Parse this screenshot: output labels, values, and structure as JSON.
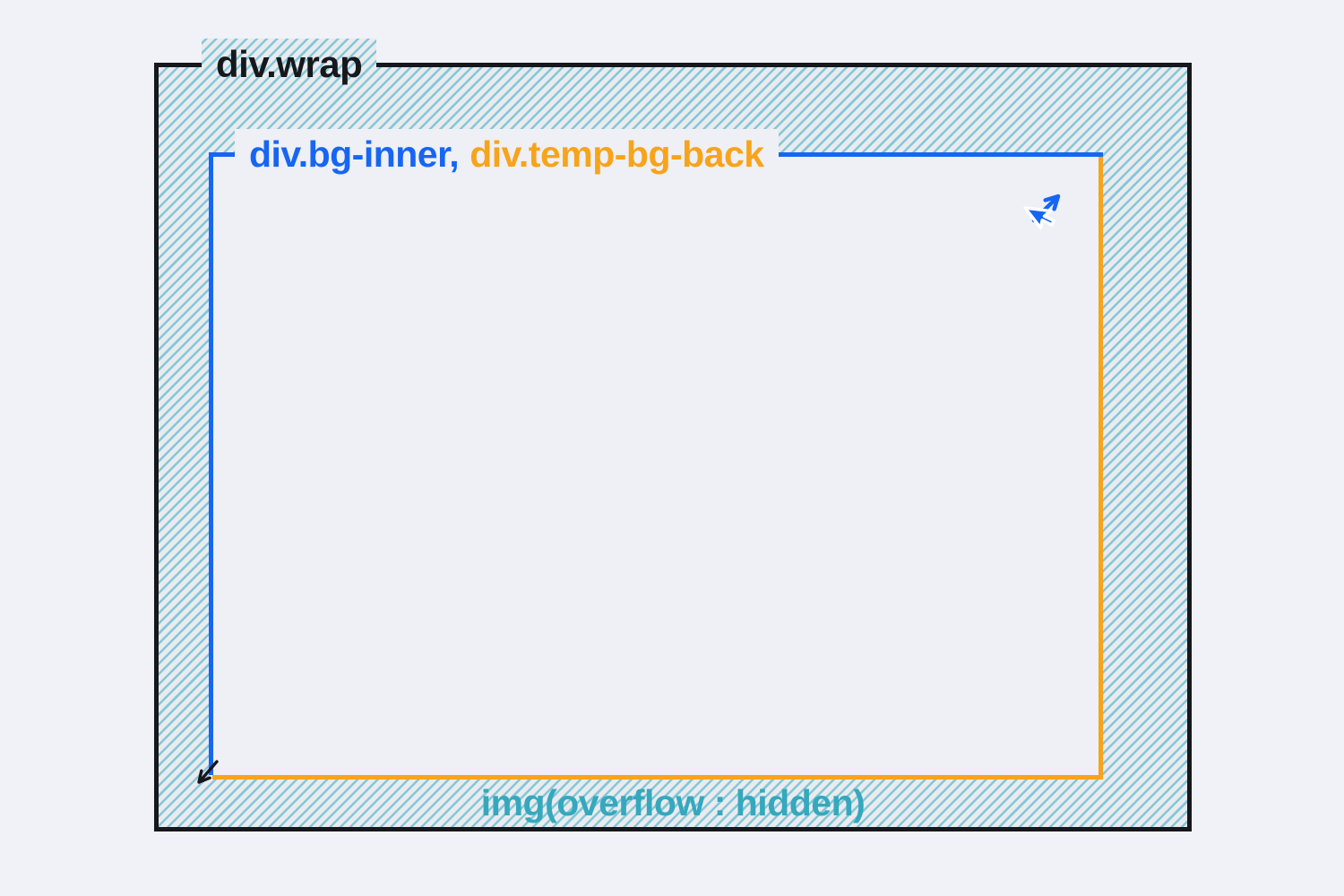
{
  "colors": {
    "page_bg": "#f1f2f7",
    "outer_border": "#16181d",
    "stripe": "#84c7d9",
    "stripe_bg": "#e9ebee",
    "inner_fill": "#eef0f5",
    "blue": "#1766f2",
    "orange": "#f7a41c",
    "teal_text": "#35a8bd",
    "label_text": "#17181c",
    "arrow_black": "#16181d"
  },
  "labels": {
    "wrap": "div.wrap",
    "inner_primary": "div.bg-inner,",
    "inner_secondary": "div.temp-bg-back",
    "overflow": "img(overflow : hidden)"
  },
  "icons": {
    "cursor": "pointer-cursor-icon",
    "resize_arrow": "diagonal-resize-arrow-icon",
    "corner_arrow": "shrink-corner-arrow-icon"
  }
}
